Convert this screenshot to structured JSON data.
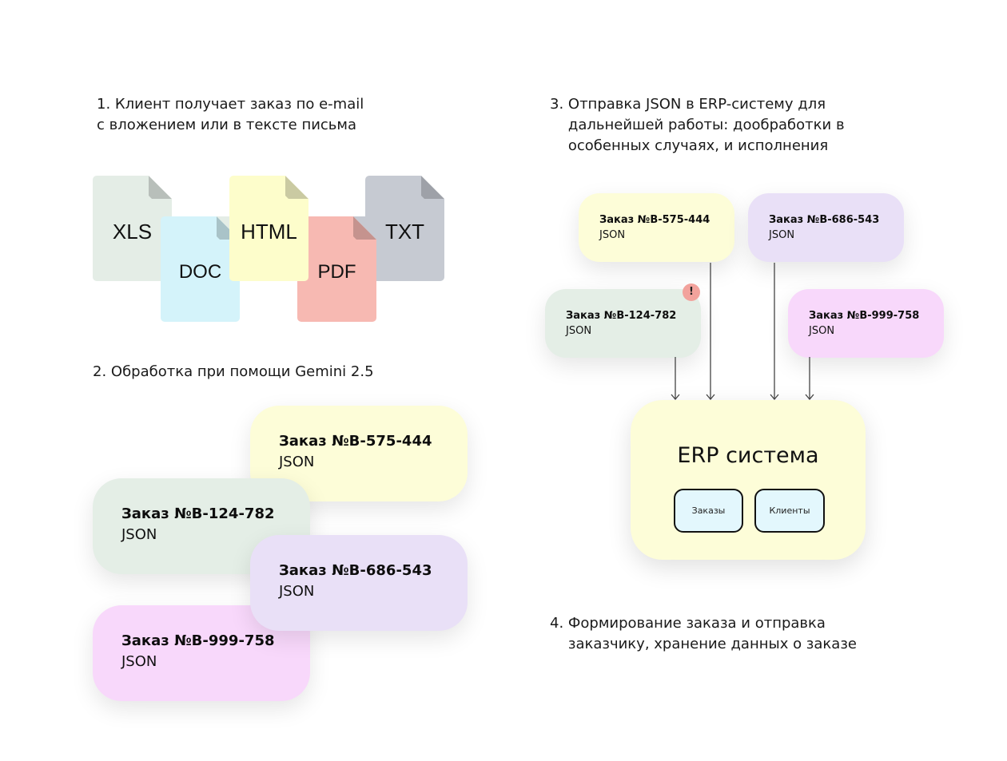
{
  "steps": {
    "step1": "1. Клиент получает заказ по e-mail\nс вложением или в тексте письма",
    "step2": "2. Обработка при помощи Gemini 2.5",
    "step3": "3. Отправка JSON в ERP-систему для\n    дальнейшей работы: дообработки в\n    особенных случаях, и исполнения",
    "step4": "4. Формирование заказа и отправка\n    заказчику, хранение данных о заказе"
  },
  "files": [
    {
      "label": "XLS",
      "color": "#e4ede6",
      "fold_color": "#b8bfba"
    },
    {
      "label": "DOC",
      "color": "#d4f3fa",
      "fold_color": "#a9c3c8"
    },
    {
      "label": "HTML",
      "color": "#fdfdcb",
      "fold_color": "#cacaa2"
    },
    {
      "label": "PDF",
      "color": "#f7b9b2",
      "fold_color": "#c5938e"
    },
    {
      "label": "TXT",
      "color": "#c6cad2",
      "fold_color": "#9ea1a8"
    }
  ],
  "orders": [
    {
      "id": "575",
      "title": "Заказ №B-575-444",
      "format": "JSON",
      "color": "#fdfdd8"
    },
    {
      "id": "124",
      "title": "Заказ №B-124-782",
      "format": "JSON",
      "color": "#e4eee6",
      "alert": true
    },
    {
      "id": "686",
      "title": "Заказ №B-686-543",
      "format": "JSON",
      "color": "#e9e0f7"
    },
    {
      "id": "999",
      "title": "Заказ №B-999-758",
      "format": "JSON",
      "color": "#f8d8fb"
    }
  ],
  "alert_badge": "!",
  "erp": {
    "title": "ERP система",
    "buttons": [
      "Заказы",
      "Клиенты"
    ]
  }
}
